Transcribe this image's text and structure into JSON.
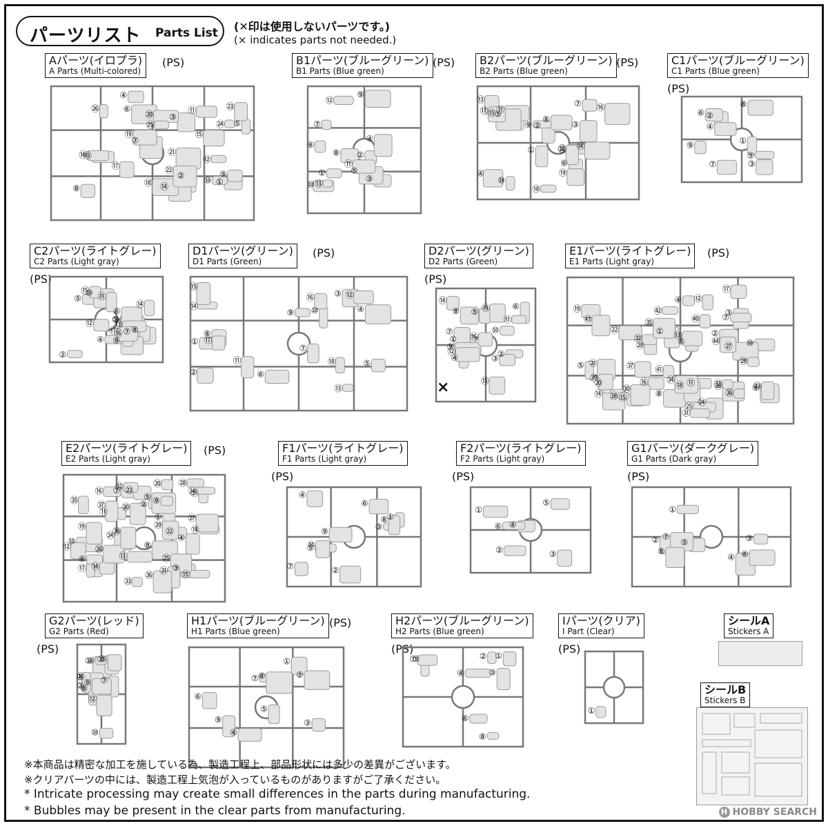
{
  "header": {
    "title_jp": "パーツリスト",
    "title_en": "Parts List",
    "legend_jp": "(✕印は使用しないパーツです。)",
    "legend_en": "(× indicates parts not needed.)"
  },
  "ps_label": "(PS)",
  "runners": {
    "A": {
      "jp": "Aパーツ(イロプラ)",
      "en": "A Parts (Multi-colored)"
    },
    "B1": {
      "jp": "B1パーツ(ブルーグリーン)",
      "en": "B1 Parts (Blue green)"
    },
    "B2": {
      "jp": "B2パーツ(ブルーグリーン)",
      "en": "B2 Parts (Blue green)"
    },
    "C1": {
      "jp": "C1パーツ(ブルーグリーン)",
      "en": "C1 Parts (Blue green)"
    },
    "C2": {
      "jp": "C2パーツ(ライトグレー)",
      "en": "C2 Parts (Light gray)"
    },
    "D1": {
      "jp": "D1パーツ(グリーン)",
      "en": "D1 Parts (Green)"
    },
    "D2": {
      "jp": "D2パーツ(グリーン)",
      "en": "D2 Parts (Green)"
    },
    "E1": {
      "jp": "E1パーツ(ライトグレー)",
      "en": "E1 Parts (Light gray)"
    },
    "E2": {
      "jp": "E2パーツ(ライトグレー)",
      "en": "E2 Parts (Light gray)"
    },
    "F1": {
      "jp": "F1パーツ(ライトグレー)",
      "en": "F1 Parts (Light gray)"
    },
    "F2": {
      "jp": "F2パーツ(ライトグレー)",
      "en": "F2 Parts (Light gray)"
    },
    "G1": {
      "jp": "G1パーツ(ダークグレー)",
      "en": "G1 Parts (Dark gray)"
    },
    "G2": {
      "jp": "G2パーツ(レッド)",
      "en": "G2 Parts (Red)"
    },
    "H1": {
      "jp": "H1パーツ(ブルーグリーン)",
      "en": "H1 Parts (Blue green)"
    },
    "H2": {
      "jp": "H2パーツ(ブルーグリーン)",
      "en": "H2 Parts (Blue green)"
    },
    "I": {
      "jp": "Iパーツ(クリア)",
      "en": "I Part (Clear)"
    }
  },
  "stickers": {
    "A": {
      "jp": "シールA",
      "en": "Stickers A"
    },
    "B": {
      "jp": "シールB",
      "en": "Stickers B"
    }
  },
  "notes": [
    "※本商品は精密な加工を施している為、製造工程上、部品形状には多少の差異がございます。",
    "※クリアパーツの中には、製造工程上気泡が入っているものがありますがご了承ください。",
    "* Intricate processing may create small differences in the parts during manufacturing.",
    "* Bubbles may be present in the clear parts from manufacturing."
  ],
  "watermark": "HOBBY SEARCH",
  "colors": {
    "ink": "#111111",
    "runner_fill": "#e3e3e3",
    "runner_stroke": "#777777"
  },
  "icon": {
    "not_needed_mark": "×"
  }
}
